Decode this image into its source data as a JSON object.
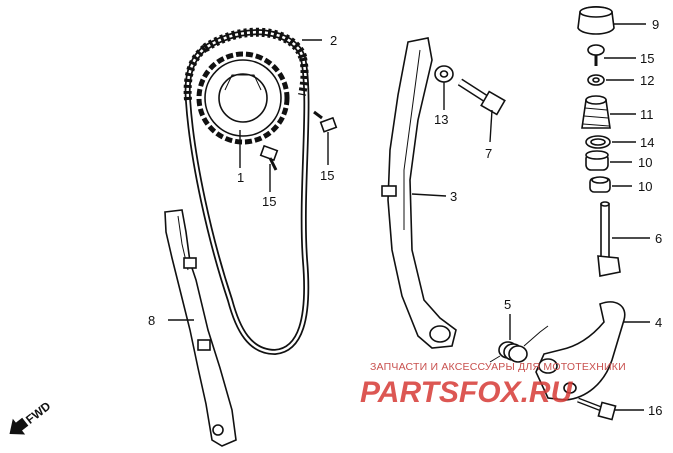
{
  "callouts": [
    {
      "id": "1",
      "text": "1"
    },
    {
      "id": "2",
      "text": "2"
    },
    {
      "id": "3",
      "text": "3"
    },
    {
      "id": "4",
      "text": "4"
    },
    {
      "id": "5",
      "text": "5"
    },
    {
      "id": "6",
      "text": "6"
    },
    {
      "id": "7",
      "text": "7"
    },
    {
      "id": "8",
      "text": "8"
    },
    {
      "id": "9",
      "text": "9"
    },
    {
      "id": "10a",
      "text": "10"
    },
    {
      "id": "10b",
      "text": "10"
    },
    {
      "id": "11",
      "text": "11"
    },
    {
      "id": "12",
      "text": "12"
    },
    {
      "id": "13",
      "text": "13"
    },
    {
      "id": "14",
      "text": "14"
    },
    {
      "id": "15a",
      "text": "15"
    },
    {
      "id": "15b",
      "text": "15"
    },
    {
      "id": "15c",
      "text": "15"
    },
    {
      "id": "16",
      "text": "16"
    }
  ],
  "fwd": {
    "label": "FWD"
  },
  "watermark": {
    "caption": "ЗАПЧАСТИ И АКСЕССУАРЫ ДЛЯ МОТОТЕХНИКИ",
    "logo": "PARTSFOX.RU",
    "color": "#d63a36"
  }
}
